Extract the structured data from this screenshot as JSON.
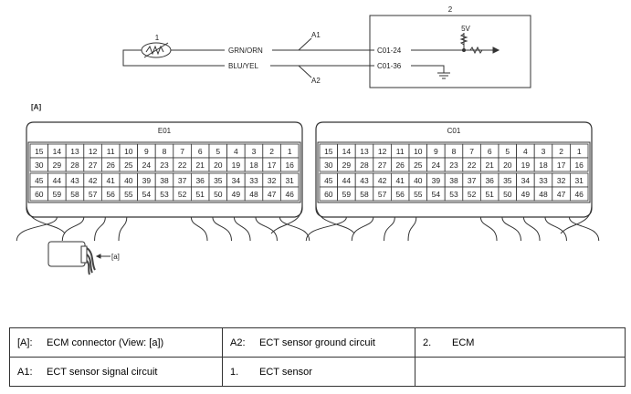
{
  "schematic": {
    "sensor_label": "1",
    "ecm_label": "2",
    "wires": [
      {
        "color": "GRN/ORN",
        "id": "A1",
        "terminal": "C01-24"
      },
      {
        "color": "BLU/YEL",
        "id": "A2",
        "terminal": "C01-36"
      }
    ],
    "supply": "5V"
  },
  "view_label": "[A]",
  "connectors": [
    {
      "name": "E01",
      "rows": [
        [
          "15",
          "14",
          "13",
          "12",
          "11",
          "10",
          "9",
          "8",
          "7",
          "6",
          "5",
          "4",
          "3",
          "2",
          "1"
        ],
        [
          "30",
          "29",
          "28",
          "27",
          "26",
          "25",
          "24",
          "23",
          "22",
          "21",
          "20",
          "19",
          "18",
          "17",
          "16"
        ],
        [
          "45",
          "44",
          "43",
          "42",
          "41",
          "40",
          "39",
          "38",
          "37",
          "36",
          "35",
          "34",
          "33",
          "32",
          "31"
        ],
        [
          "60",
          "59",
          "58",
          "57",
          "56",
          "55",
          "54",
          "53",
          "52",
          "51",
          "50",
          "49",
          "48",
          "47",
          "46"
        ]
      ]
    },
    {
      "name": "C01",
      "rows": [
        [
          "15",
          "14",
          "13",
          "12",
          "11",
          "10",
          "9",
          "8",
          "7",
          "6",
          "5",
          "4",
          "3",
          "2",
          "1"
        ],
        [
          "30",
          "29",
          "28",
          "27",
          "26",
          "25",
          "24",
          "23",
          "22",
          "21",
          "20",
          "19",
          "18",
          "17",
          "16"
        ],
        [
          "45",
          "44",
          "43",
          "42",
          "41",
          "40",
          "39",
          "38",
          "37",
          "36",
          "35",
          "34",
          "33",
          "32",
          "31"
        ],
        [
          "60",
          "59",
          "58",
          "57",
          "56",
          "55",
          "54",
          "53",
          "52",
          "51",
          "50",
          "49",
          "48",
          "47",
          "46"
        ]
      ]
    }
  ],
  "view_arrow_label": "[a]",
  "legend": [
    [
      {
        "code": "[A]:",
        "text": "ECM connector (View: [a])"
      },
      {
        "code": "A2:",
        "text": "ECT sensor ground circuit"
      },
      {
        "code": "2.",
        "text": "ECM"
      }
    ],
    [
      {
        "code": "A1:",
        "text": "ECT sensor signal circuit"
      },
      {
        "code": "1.",
        "text": "ECT sensor"
      },
      {
        "code": "",
        "text": ""
      }
    ]
  ],
  "colors": {
    "line": "#333333",
    "text": "#222222"
  }
}
